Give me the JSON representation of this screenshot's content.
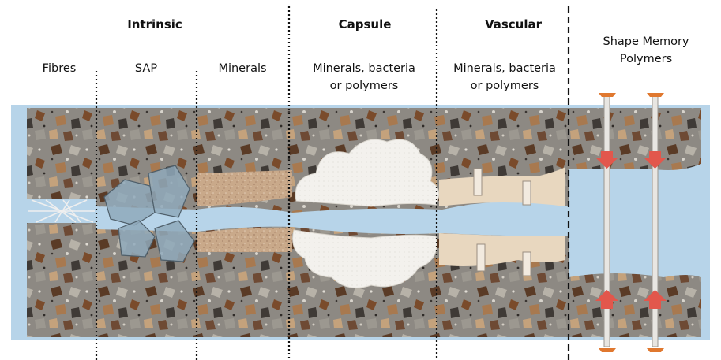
{
  "headers": {
    "intrinsic": "Intrinsic",
    "capsule": "Capsule",
    "vascular": "Vascular",
    "shape_memory_line1": "Shape Memory",
    "shape_memory_line2": "Polymers"
  },
  "sublabels": {
    "fibres": "Fibres",
    "sap": "SAP",
    "minerals": "Minerals",
    "capsule_line1": "Minerals, bacteria",
    "capsule_line2": "or polymers",
    "vascular_line1": "Minerals, bacteria",
    "vascular_line2": "or polymers"
  },
  "colors": {
    "water": "#b7d4e9",
    "concrete": "#8a8680",
    "minerals": "#c9a98a",
    "capsule": "#f2f0ec",
    "vascular": "#e8d7bf",
    "sap": "#8fa9bb",
    "arrow": "#e2574c",
    "rod_cap": "#e0782f"
  }
}
